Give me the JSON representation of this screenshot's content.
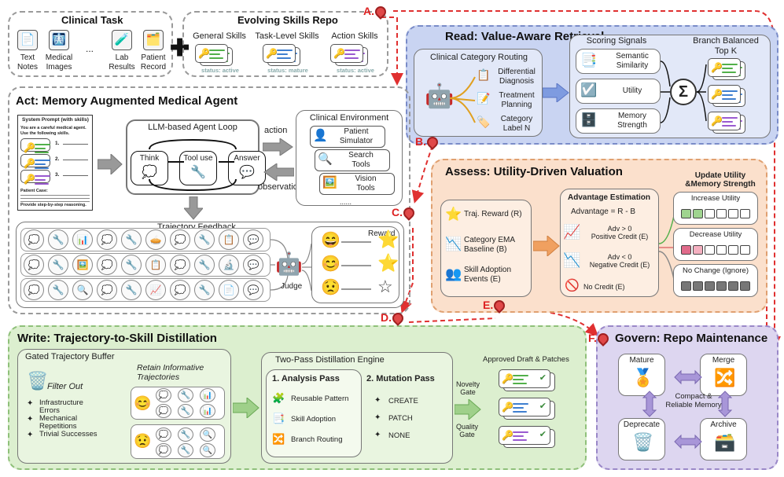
{
  "clinical_task": {
    "title": "Clinical Task",
    "items": [
      "Text\nNotes",
      "Medical\nImages",
      "...",
      "Lab\nResults",
      "Patient\nRecord"
    ]
  },
  "skills_repo": {
    "title": "Evolving Skills Repo",
    "groups": [
      {
        "label": "General Skills",
        "status": "status: active"
      },
      {
        "label": "Task-Level Skills",
        "status": "status: mature"
      },
      {
        "label": "Action Skills",
        "status": "status: active"
      }
    ]
  },
  "pins": {
    "a": "A.",
    "b": "B.",
    "c": "C.",
    "d": "D.",
    "e": "E.",
    "f": "F."
  },
  "read": {
    "title": "Read: Value-Aware Retrieval",
    "routing_title": "Clinical Category Routing",
    "routes": [
      "Differential\nDiagnosis",
      "Treatment\nPlanning",
      "Category\nLabel N"
    ],
    "signals_title": "Scoring Signals",
    "signals": [
      "Semantic\nSimilarity",
      "Utility",
      "Memory\nStrength"
    ],
    "sum_symbol": "Σ",
    "topk_title": "Branch Balanced\nTop K"
  },
  "act": {
    "title": "Act: Memory Augmented Medical Agent",
    "prompt": {
      "title": "System Prompt (with skills)",
      "line1": "You are a careful medical agent.",
      "line2": "Use the following skills.",
      "items": [
        "1.",
        "2.",
        "3."
      ],
      "case": "Patient Case:",
      "footer": "Provide step-by-step reasoning."
    },
    "loop_title": "LLM-based Agent Loop",
    "loop_nodes": [
      "Think",
      "Tool use",
      "Answer"
    ],
    "action": "action",
    "observation": "observation",
    "env_title": "Clinical Environment",
    "env_items": [
      "Patient\nSimulator",
      "Search\nTools",
      "Vision\nTools"
    ],
    "env_more": "......",
    "feedback_title": "Trajectory Feedback",
    "judge": "Judge",
    "reward": "Reward"
  },
  "assess": {
    "title": "Assess: Utility-Driven Valuation",
    "inputs": [
      "Traj. Reward (R)",
      "Category EMA\nBaseline (B)",
      "Skill Adoption\nEvents (E)"
    ],
    "adv_title": "Advantage Estimation",
    "adv_formula": "Advantage = R - B",
    "pos": "Adv > 0\nPositive Credit (E)",
    "neg": "Adv < 0\nNegative Credit (E)",
    "none": "No Credit (E)",
    "update_title": "Update Utility\n&Memory Strength",
    "outcomes": [
      "Increase Utility",
      "Decrease Utility",
      "No Change (Ignore)"
    ]
  },
  "write": {
    "title": "Write: Trajectory-to-Skill Distillation",
    "buffer_title": "Gated Trajectory Buffer",
    "filter_title": "Filter Out",
    "filters": [
      "Infrastructure\nErrors",
      "Mechanical\nRepetitions",
      "Trivial Successes"
    ],
    "retain_title": "Retain Informative\nTrajectories",
    "engine_title": "Two-Pass Distillation Engine",
    "analysis_title": "1. Analysis Pass",
    "analysis_items": [
      "Reusable Pattern",
      "Skill Adoption",
      "Branch Routing"
    ],
    "mutation_title": "2. Mutation Pass",
    "mutation_items": [
      "CREATE",
      "PATCH",
      "NONE"
    ],
    "novelty_gate": "Novelty\nGate",
    "quality_gate": "Quality\nGate",
    "approved_title": "Approved Draft & Patches"
  },
  "govern": {
    "title": "Govern: Repo Maintenance",
    "nodes": [
      "Mature",
      "Merge",
      "Deprecate",
      "Archive"
    ],
    "center": "Compact &\nReliable Memory"
  },
  "colors": {
    "read_bg": "#c9d4f2",
    "assess_bg": "#fbe0cc",
    "write_bg": "#dcefcf",
    "govern_bg": "#ddd6f0",
    "pin_red": "#e04848",
    "dash_red": "#e03030",
    "green_line": "#52b04a",
    "blue_line": "#3f7fd0",
    "purple_line": "#9a5ad0"
  },
  "icons": {
    "plus": "plus-icon",
    "key": "key-icon",
    "robot": "robot-icon",
    "sum": "sigma-icon",
    "star": "star-icon",
    "trash": "trash-icon",
    "smile": "smile-icon",
    "sad": "sad-icon"
  }
}
